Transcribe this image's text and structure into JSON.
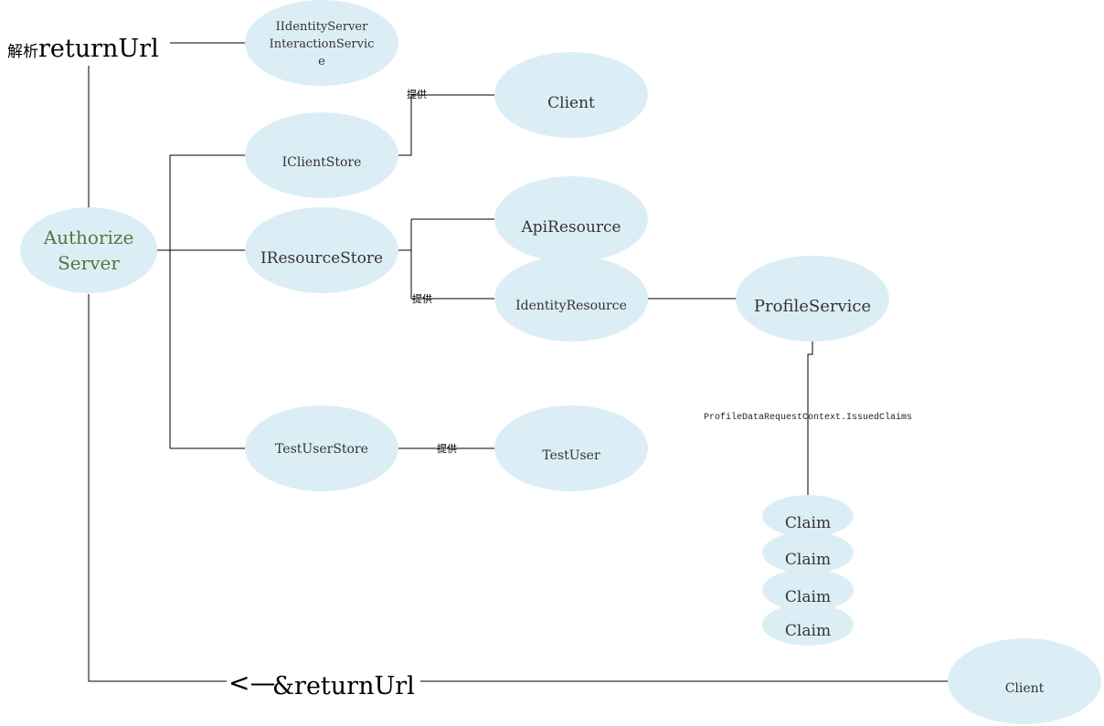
{
  "colors": {
    "node_fill": "#dceef5",
    "line": "#000000",
    "text": "#333333",
    "accent_text": "#4e7a3c"
  },
  "nodes": {
    "authorize_server": {
      "line1": "Authorize",
      "line2": "Server"
    },
    "interaction_service": {
      "line1": "IIdentityServer",
      "line2": "InteractionServic",
      "line3": "e"
    },
    "client_store": "IClientStore",
    "resource_store": "IResourceStore",
    "test_user_store": "TestUserStore",
    "client_top": "Client",
    "api_resource": "ApiResource",
    "identity_resource": "IdentityResource",
    "test_user": "TestUser",
    "profile_service": "ProfileService",
    "claims": [
      "Claim",
      "Claim",
      "Claim",
      "Claim"
    ],
    "client_bottom": "Client"
  },
  "labels": {
    "parse_prefix": "解析",
    "return_url": "returnUrl",
    "provide_client": "提供",
    "provide_identity": "提供",
    "provide_testuser": "提供",
    "issued_claims": "ProfileDataRequestContext.IssuedClaims",
    "redirect_arrow": "<—",
    "redirect_return_url": "&returnUrl"
  }
}
